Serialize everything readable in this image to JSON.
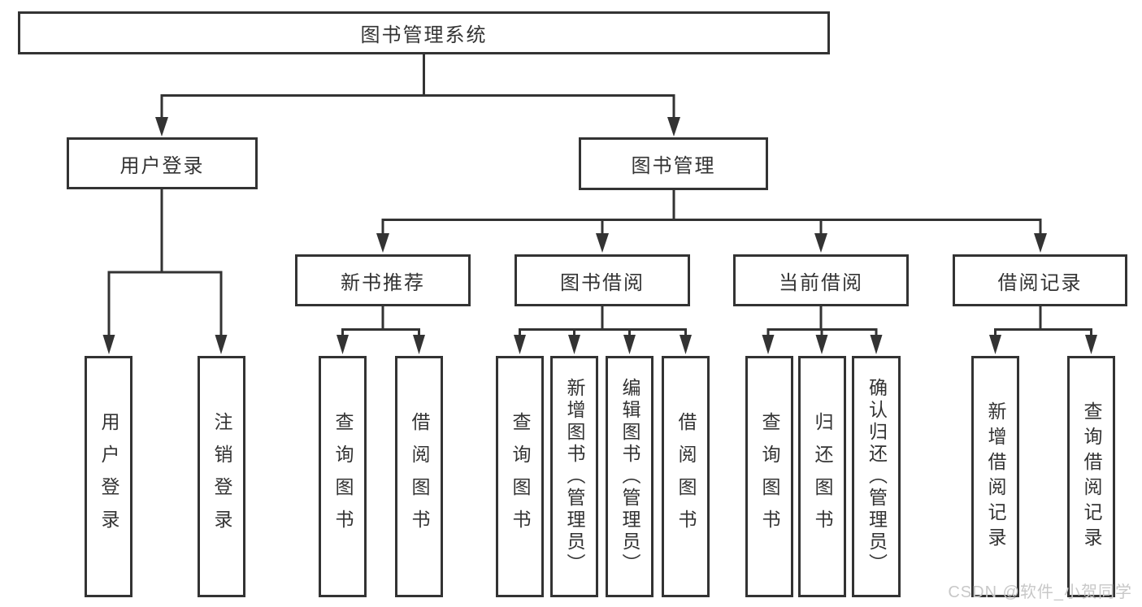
{
  "tree": {
    "root": {
      "label": "图书管理系统"
    },
    "user_login": {
      "label": "用户登录",
      "children": [
        {
          "label": "用户登录"
        },
        {
          "label": "注销登录"
        }
      ]
    },
    "book_mgmt": {
      "label": "图书管理",
      "groups": {
        "new_book": {
          "label": "新书推荐",
          "children": [
            {
              "label": "查询图书"
            },
            {
              "label": "借阅图书"
            }
          ]
        },
        "book_borrow": {
          "label": "图书借阅",
          "children": [
            {
              "label": "查询图书"
            },
            {
              "label": "新增图书（管理员）"
            },
            {
              "label": "编辑图书（管理员）"
            },
            {
              "label": "借阅图书"
            }
          ]
        },
        "current_borrow": {
          "label": "当前借阅",
          "children": [
            {
              "label": "查询图书"
            },
            {
              "label": "归还图书"
            },
            {
              "label": "确认归还（管理员）"
            }
          ]
        },
        "borrow_record": {
          "label": "借阅记录",
          "children": [
            {
              "label": "新增借阅记录"
            },
            {
              "label": "查询借阅记录"
            }
          ]
        }
      }
    }
  },
  "watermark": {
    "text": "CSDN @软件_小贺同学",
    "color": "#c8c8c8"
  },
  "colors": {
    "line": "#333333",
    "box_border": "#333333",
    "text": "#333333",
    "background": "#ffffff"
  }
}
